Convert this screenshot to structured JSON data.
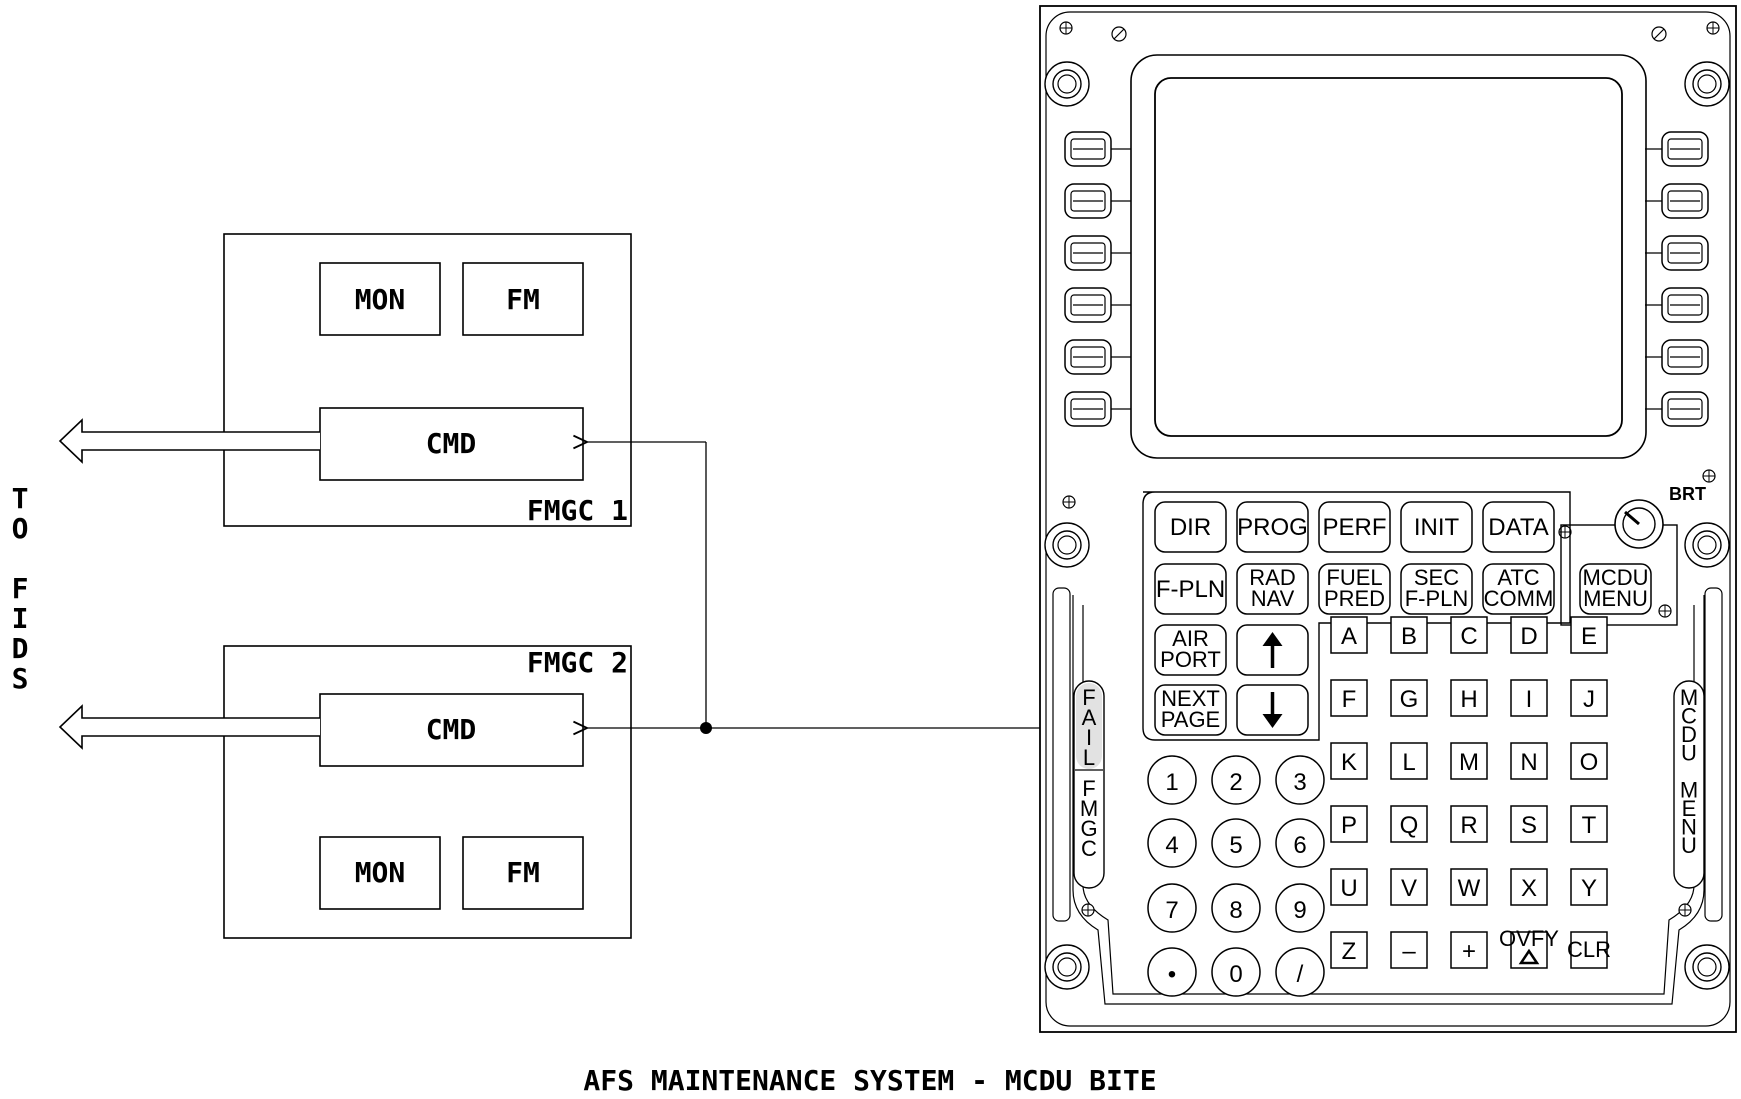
{
  "caption": "AFS MAINTENANCE SYSTEM - MCDU BITE",
  "output_label": [
    "T",
    "O",
    "",
    "F",
    "I",
    "D",
    "S"
  ],
  "fmgc1": {
    "name": "FMGC 1",
    "blocks": {
      "mon": "MON",
      "fm": "FM",
      "cmd": "CMD"
    }
  },
  "fmgc2": {
    "name": "FMGC 2",
    "blocks": {
      "mon": "MON",
      "fm": "FM",
      "cmd": "CMD"
    }
  },
  "mcdu": {
    "brt_label": "BRT",
    "fail_annunciator": [
      "F",
      "A",
      "I",
      "L"
    ],
    "fmgc_annunciator": [
      "F",
      "M",
      "G",
      "C"
    ],
    "menu_annunciator": [
      "M",
      "C",
      "D",
      "U",
      "",
      "M",
      "E",
      "N",
      "U"
    ],
    "function_keys": {
      "row1": [
        "DIR",
        "PROG",
        "PERF",
        "INIT",
        "DATA"
      ],
      "row2": [
        [
          "F-PLN"
        ],
        [
          "RAD",
          "NAV"
        ],
        [
          "FUEL",
          "PRED"
        ],
        [
          "SEC",
          "F-PLN"
        ],
        [
          "ATC",
          "COMM"
        ]
      ],
      "airport": [
        "AIR",
        "PORT"
      ],
      "next_page": [
        "NEXT",
        "PAGE"
      ],
      "mcdu_menu": [
        "MCDU",
        "MENU"
      ]
    },
    "letters": [
      [
        "A",
        "B",
        "C",
        "D",
        "E"
      ],
      [
        "F",
        "G",
        "H",
        "I",
        "J"
      ],
      [
        "K",
        "L",
        "M",
        "N",
        "O"
      ],
      [
        "P",
        "Q",
        "R",
        "S",
        "T"
      ],
      [
        "U",
        "V",
        "W",
        "X",
        "Y"
      ],
      [
        "Z",
        "–",
        "+",
        "OVFY",
        "CLR"
      ]
    ],
    "numbers": [
      [
        "1",
        "2",
        "3"
      ],
      [
        "4",
        "5",
        "6"
      ],
      [
        "7",
        "8",
        "9"
      ],
      [
        "•",
        "0",
        "/"
      ]
    ],
    "icons": {
      "up": "arrow-up-icon",
      "down": "arrow-down-icon",
      "ovfy": "triangle-icon",
      "brt": "brightness-knob-icon",
      "screw": "screw-icon"
    }
  }
}
